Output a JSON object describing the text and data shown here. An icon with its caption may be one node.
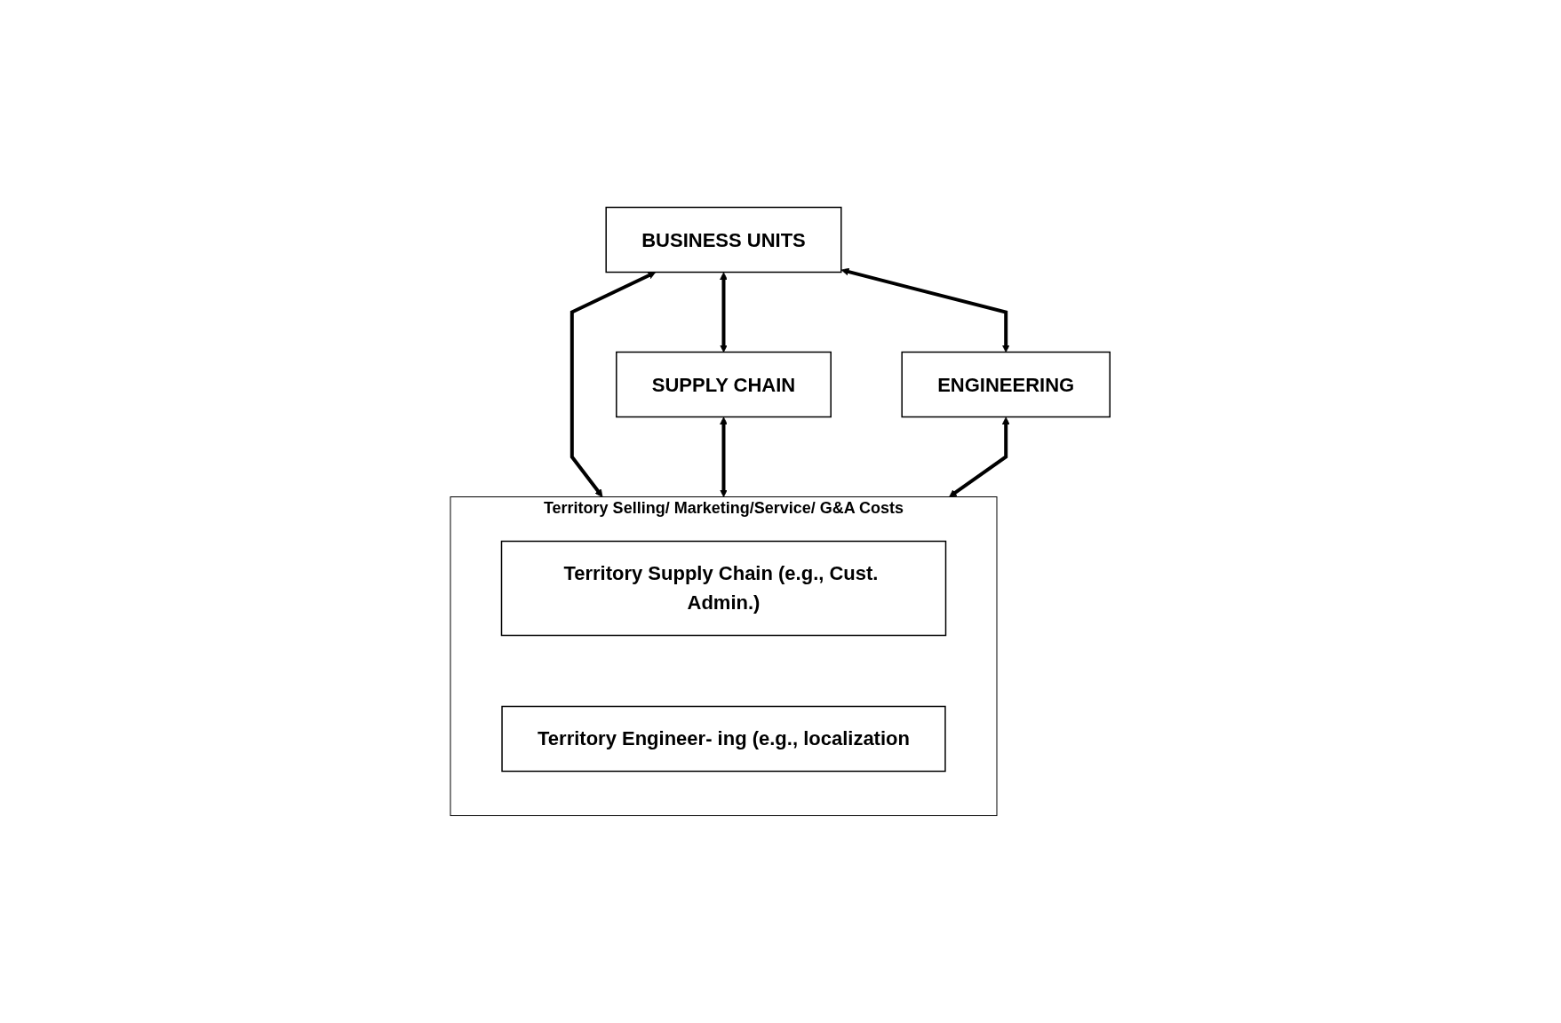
{
  "diagram": {
    "nodes": [
      {
        "text": [
          "BUSINESS UNITS"
        ]
      },
      {
        "text": [
          "SUPPLY CHAIN"
        ]
      },
      {
        "text": [
          "ENGINEERING"
        ]
      },
      {
        "text": [
          "Territory Selling/ Marketing/Service/ G&A Costs"
        ]
      },
      {
        "text": [
          "Territory Supply Chain (e.g., Cust. Admin.)"
        ],
        "in": 3
      },
      {
        "text": [
          "Territory Engineer- ing (e.g., localization"
        ],
        "in": 3
      }
    ],
    "edges": [
      {
        "from": 0,
        "to": 1,
        "arrow": "both"
      },
      {
        "from": 0,
        "to": 2,
        "arrow": "both"
      },
      {
        "from": 0,
        "to": 3,
        "arrow": "both"
      },
      {
        "from": 1,
        "to": 3,
        "arrow": "both"
      },
      {
        "from": 2,
        "to": 3,
        "arrow": "both"
      }
    ]
  }
}
